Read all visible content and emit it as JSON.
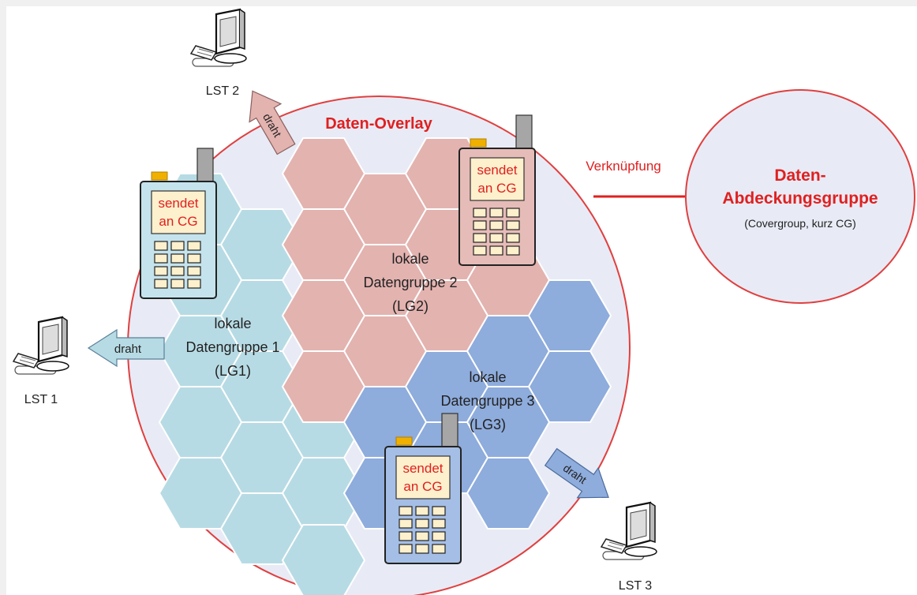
{
  "overlay": {
    "title": "Daten-Overlay",
    "fill": "#e8ebf5",
    "stroke": "#e04040",
    "title_color": "#e02020"
  },
  "cover_group": {
    "title_line1": "Daten-",
    "title_line2": "Abdeckungsgruppe",
    "subtitle": "(Covergroup, kurz CG)",
    "link_label": "Verknüpfung",
    "accent": "#e02020"
  },
  "groups": [
    {
      "line1": "lokale",
      "line2": "Datengruppe 1",
      "line3": "(LG1)",
      "color": "#b7dbe4"
    },
    {
      "line1": "lokale",
      "line2": "Datengruppe 2",
      "line3": "(LG2)",
      "color": "#e3b3b0"
    },
    {
      "line1": "lokale",
      "line2": "Datengruppe 3",
      "line3": "(LG3)",
      "color": "#8eacdc"
    }
  ],
  "radios": [
    {
      "line1": "sendet",
      "line2": "an CG",
      "body_color": "#c5e3ec"
    },
    {
      "line1": "sendet",
      "line2": "an CG",
      "body_color": "#e6bcb8"
    },
    {
      "line1": "sendet",
      "line2": "an CG",
      "body_color": "#a4bee6"
    }
  ],
  "stations": [
    {
      "label": "LST 1"
    },
    {
      "label": "LST 2"
    },
    {
      "label": "LST 3"
    }
  ],
  "arrows": [
    {
      "label": "draht",
      "color": "#b7dbe4"
    },
    {
      "label": "draht",
      "color": "#e3b3b0"
    },
    {
      "label": "draht",
      "color": "#8eacdc"
    }
  ]
}
